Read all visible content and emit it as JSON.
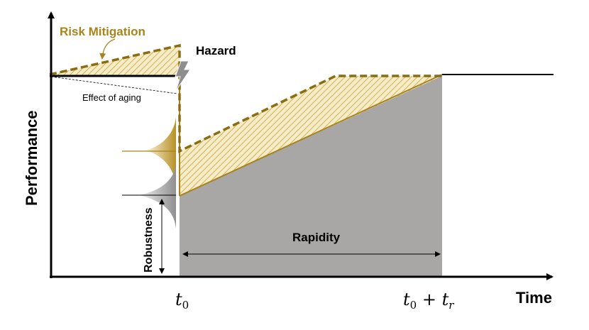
{
  "axes": {
    "y_label": "Performance",
    "x_label": "Time"
  },
  "annotations": {
    "risk_mitigation": "Risk Mitigation",
    "hazard": "Hazard",
    "effect_of_aging": "Effect of aging",
    "robustness": "Robustness",
    "rapidity": "Rapidity"
  },
  "ticks": {
    "t0": {
      "base": "t",
      "sub": "0"
    },
    "t0_tr": {
      "base1": "t",
      "sub1": "0",
      "plus": " + ",
      "base2": "t",
      "sub2": "r"
    }
  },
  "colors": {
    "gold": "#a8841c",
    "gold_hatch_bg": "#f7ecc8",
    "gray_fill": "#a9a6a6",
    "axis": "#000000",
    "hazard_gray": "#8e8e8e"
  }
}
